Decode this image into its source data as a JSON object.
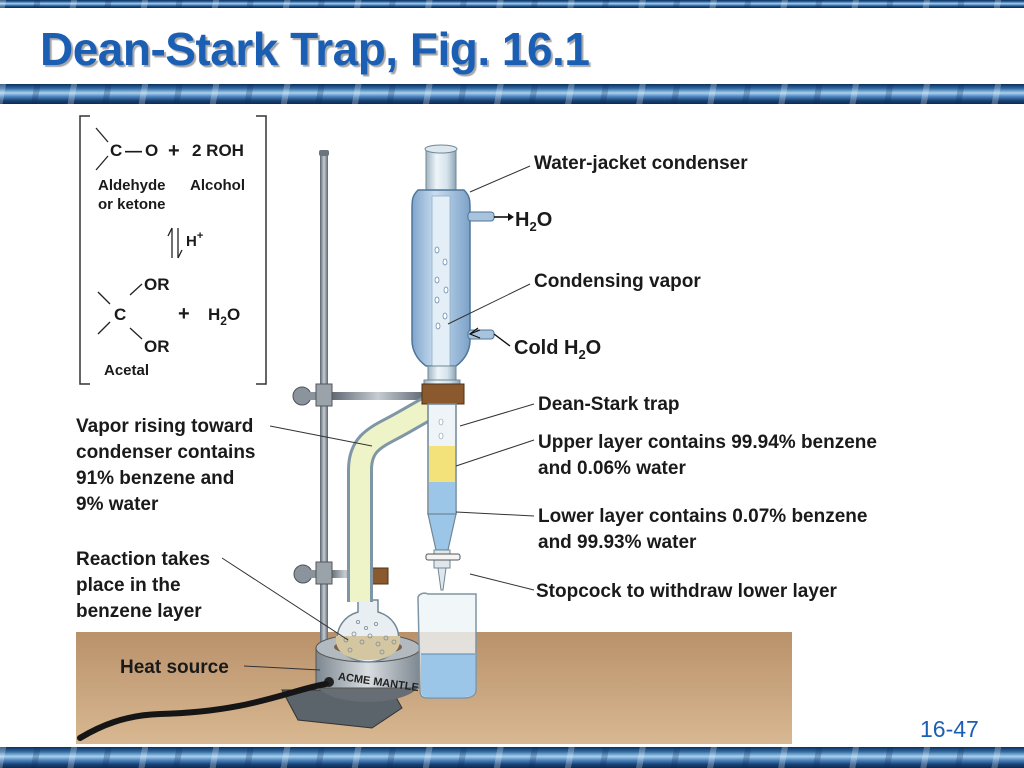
{
  "slide": {
    "title": "Dean-Stark Trap,  Fig. 16.1",
    "page_number": "16-47"
  },
  "reaction": {
    "carbonyl_c": "C",
    "carbonyl_dash": "—",
    "carbonyl_o": "O",
    "plus1": "+",
    "reagent": "2 ROH",
    "label_aldehyde": "Aldehyde",
    "label_alcohol": "Alcohol",
    "label_or_ketone": "or ketone",
    "catalyst_h": "H",
    "catalyst_plus": "+",
    "product_or_top": "OR",
    "product_c": "C",
    "product_or_bottom": "OR",
    "plus2": "+",
    "water_h": "H",
    "water_sub": "2",
    "water_o": "O",
    "label_acetal": "Acetal"
  },
  "labels": {
    "condenser": "Water-jacket condenser",
    "h2o_out_h": "H",
    "h2o_out_sub": "2",
    "h2o_out_o": "O",
    "condensing_vapor": "Condensing vapor",
    "cold_h2o_pre": "Cold H",
    "cold_h2o_sub": "2",
    "cold_h2o_o": "O",
    "dean_stark_trap": "Dean-Stark trap",
    "upper_layer_1": "Upper layer contains 99.94% benzene",
    "upper_layer_2": "and 0.06% water",
    "lower_layer_1": "Lower layer contains 0.07% benzene",
    "lower_layer_2": "and 99.93% water",
    "stopcock": "Stopcock to withdraw lower layer",
    "vapor_1": "Vapor rising toward",
    "vapor_2": "condenser contains",
    "vapor_3": "91% benzene and",
    "vapor_4": "9% water",
    "reaction_1": "Reaction takes",
    "reaction_2": "place in the",
    "reaction_3": "benzene layer",
    "heat_source": "Heat source",
    "mantle_brand": "ACME MANTLE CO."
  },
  "colors": {
    "title": "#1b5fb4",
    "bench": "#caa77c",
    "glass": "#e6f0f5",
    "water": "#9cc6e8",
    "benzene": "#f3e27a",
    "clamp": "#8a5a2e"
  }
}
